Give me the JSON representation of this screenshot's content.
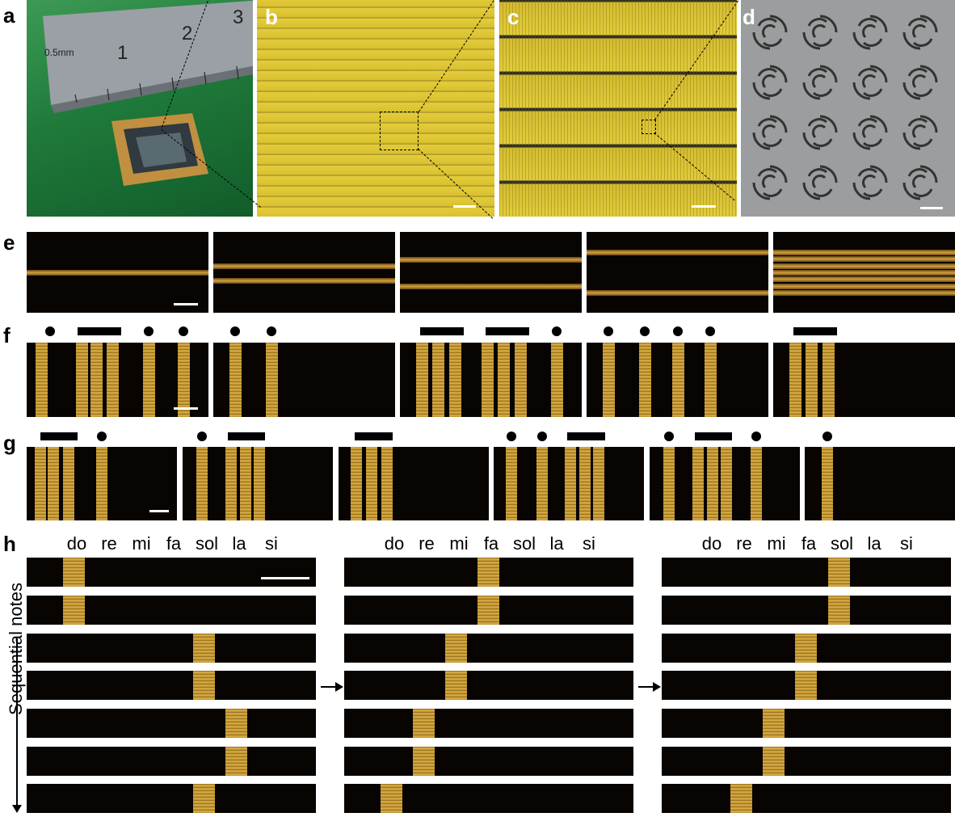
{
  "labels": {
    "a": "a",
    "b": "b",
    "c": "c",
    "d": "d",
    "e": "e",
    "f": "f",
    "g": "g",
    "h": "h"
  },
  "ruler": {
    "mark1": "1",
    "mark2": "2",
    "mark3": "3",
    "scale_text": "0.5mm"
  },
  "notes": [
    "do",
    "re",
    "mi",
    "fa",
    "sol",
    "la",
    "si"
  ],
  "axis_label": "Sequential notes",
  "row_e": [
    {
      "lines": [
        0.5
      ]
    },
    {
      "lines": [
        0.42,
        0.6
      ]
    },
    {
      "lines": [
        0.34,
        0.67
      ]
    },
    {
      "lines": [
        0.25,
        0.75
      ]
    },
    {
      "lines": [
        0.25,
        0.33,
        0.42,
        0.5,
        0.58,
        0.67,
        0.75
      ]
    }
  ],
  "row_f": [
    {
      "bars": [
        0.08,
        0.3,
        0.38,
        0.47,
        0.67,
        0.86
      ],
      "marks": [
        {
          "t": "dot",
          "x": 0.13
        },
        {
          "t": "bar",
          "x1": 0.28,
          "x2": 0.52
        },
        {
          "t": "dot",
          "x": 0.67
        },
        {
          "t": "dot",
          "x": 0.86
        }
      ]
    },
    {
      "bars": [
        0.12,
        0.32
      ],
      "marks": [
        {
          "t": "dot",
          "x": 0.12
        },
        {
          "t": "dot",
          "x": 0.32
        }
      ]
    },
    {
      "bars": [
        0.12,
        0.21,
        0.3,
        0.48,
        0.57,
        0.66,
        0.86
      ],
      "marks": [
        {
          "t": "bar",
          "x1": 0.11,
          "x2": 0.35
        },
        {
          "t": "bar",
          "x1": 0.47,
          "x2": 0.71
        },
        {
          "t": "dot",
          "x": 0.86
        }
      ]
    },
    {
      "bars": [
        0.12,
        0.32,
        0.5,
        0.68
      ],
      "marks": [
        {
          "t": "dot",
          "x": 0.12
        },
        {
          "t": "dot",
          "x": 0.32
        },
        {
          "t": "dot",
          "x": 0.5
        },
        {
          "t": "dot",
          "x": 0.68
        }
      ]
    },
    {
      "bars": [
        0.12,
        0.21,
        0.3
      ],
      "marks": [
        {
          "t": "bar",
          "x1": 0.11,
          "x2": 0.35
        }
      ]
    }
  ],
  "row_g": [
    {
      "bars": [
        0.09,
        0.18,
        0.28,
        0.5
      ],
      "marks": [
        {
          "t": "bar",
          "x1": 0.09,
          "x2": 0.34
        },
        {
          "t": "dot",
          "x": 0.5
        }
      ]
    },
    {
      "bars": [
        0.13,
        0.32,
        0.42,
        0.51
      ],
      "marks": [
        {
          "t": "dot",
          "x": 0.13
        },
        {
          "t": "bar",
          "x1": 0.3,
          "x2": 0.55
        }
      ]
    },
    {
      "bars": [
        0.12,
        0.22,
        0.32
      ],
      "marks": [
        {
          "t": "bar",
          "x1": 0.11,
          "x2": 0.36
        }
      ]
    },
    {
      "bars": [
        0.12,
        0.32,
        0.51,
        0.61,
        0.7
      ],
      "marks": [
        {
          "t": "dot",
          "x": 0.12
        },
        {
          "t": "dot",
          "x": 0.32
        },
        {
          "t": "bar",
          "x1": 0.49,
          "x2": 0.74
        }
      ]
    },
    {
      "bars": [
        0.13,
        0.32,
        0.42,
        0.51,
        0.71
      ],
      "marks": [
        {
          "t": "dot",
          "x": 0.13
        },
        {
          "t": "bar",
          "x1": 0.3,
          "x2": 0.55
        },
        {
          "t": "dot",
          "x": 0.71
        }
      ]
    },
    {
      "bars": [
        0.15
      ],
      "marks": [
        {
          "t": "dot",
          "x": 0.15
        }
      ]
    }
  ],
  "sequences": [
    {
      "notes": [
        "do",
        "do",
        "sol",
        "sol",
        "la",
        "la",
        "sol"
      ]
    },
    {
      "notes": [
        "fa",
        "fa",
        "mi",
        "mi",
        "re",
        "re",
        "do"
      ]
    },
    {
      "notes": [
        "sol",
        "sol",
        "fa",
        "fa",
        "mi",
        "mi",
        "re"
      ]
    }
  ]
}
